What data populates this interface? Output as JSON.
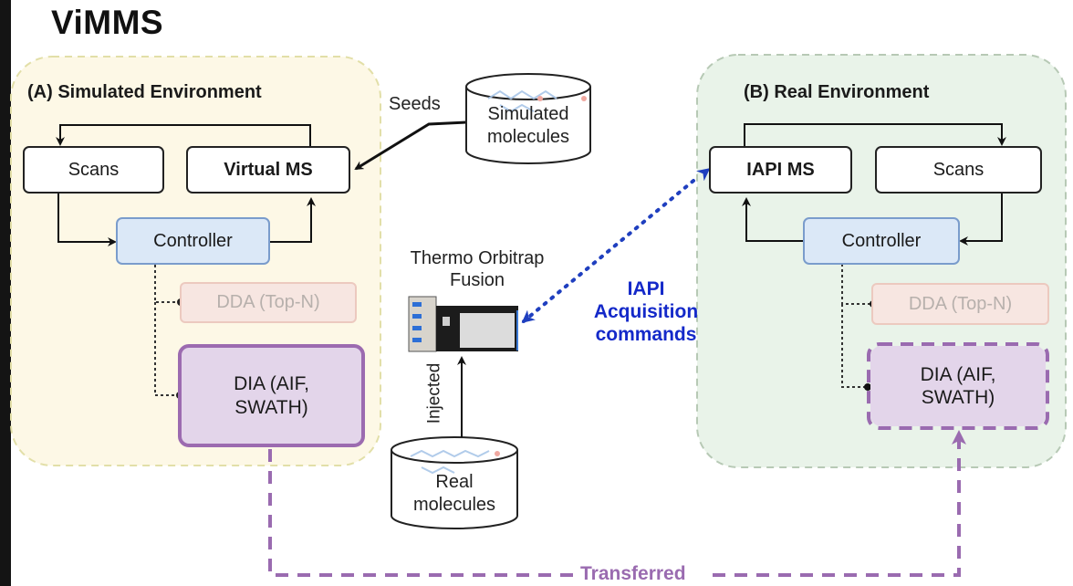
{
  "title": "ViMMS",
  "simulated": {
    "heading": "(A) Simulated Environment",
    "scans": "Scans",
    "ms": "Virtual MS",
    "controller": "Controller",
    "dda": "DDA (Top-N)",
    "dia_line1": "DIA (AIF,",
    "dia_line2": "SWATH)"
  },
  "real": {
    "heading": "(B) Real Environment",
    "ms": "IAPI MS",
    "scans": "Scans",
    "controller": "Controller",
    "dda": "DDA (Top-N)",
    "dia_line1": "DIA (AIF,",
    "dia_line2": "SWATH)"
  },
  "center": {
    "seeds_label": "Seeds",
    "sim_db_line1": "Simulated",
    "sim_db_line2": "molecules",
    "instrument_line1": "Thermo Orbitrap",
    "instrument_line2": "Fusion",
    "iapi_line1": "IAPI",
    "iapi_line2": "Acquisition",
    "iapi_line3": "commands",
    "injected_label": "Injected",
    "real_db_line1": "Real",
    "real_db_line2": "molecules"
  },
  "transfer_label": "Transferred",
  "colors": {
    "sim_env_bg": "#fdf8e6",
    "real_env_bg": "#e9f3e9",
    "controller": "#dbe8f7",
    "dia": "#e3d5ea",
    "dia_border": "#9c6bb0",
    "iapi_blue": "#1429c9"
  }
}
